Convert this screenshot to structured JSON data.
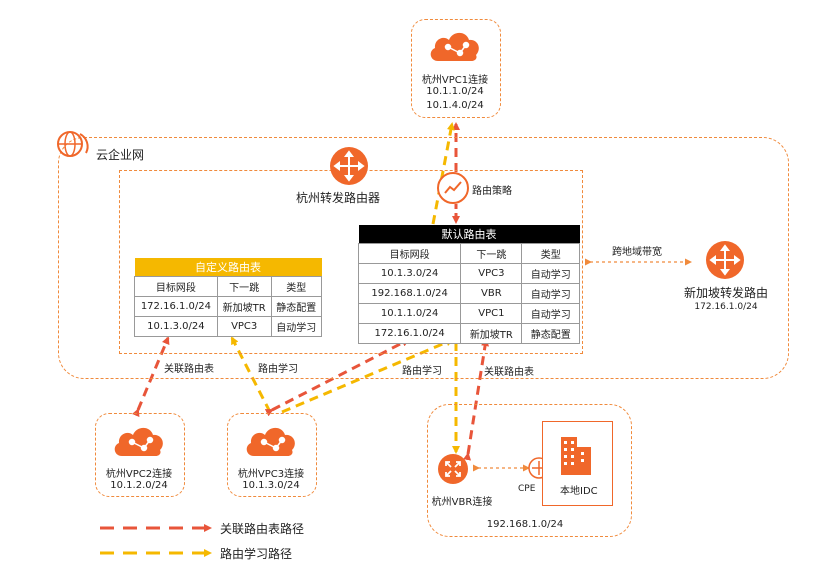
{
  "vpc1": {
    "name": "杭州VPC1连接",
    "cidr1": "10.1.1.0/24",
    "cidr2": "10.1.4.0/24"
  },
  "cen": {
    "label": "云企业网"
  },
  "hz_tr": {
    "label": "杭州转发路由器"
  },
  "policy": {
    "label": "路由策略"
  },
  "sg_tr": {
    "label": "新加坡转发路由",
    "cidr": "172.16.1.0/24"
  },
  "bandwidth": {
    "label": "跨地域带宽"
  },
  "default_table": {
    "title": "默认路由表",
    "headers": [
      "目标网段",
      "下一跳",
      "类型"
    ],
    "rows": [
      [
        "10.1.3.0/24",
        "VPC3",
        "自动学习"
      ],
      [
        "192.168.1.0/24",
        "VBR",
        "自动学习"
      ],
      [
        "10.1.1.0/24",
        "VPC1",
        "自动学习"
      ],
      [
        "172.16.1.0/24",
        "新加坡TR",
        "静态配置"
      ]
    ]
  },
  "custom_table": {
    "title": "自定义路由表",
    "headers": [
      "目标网段",
      "下一跳",
      "类型"
    ],
    "rows": [
      [
        "172.16.1.0/24",
        "新加坡TR",
        "静态配置"
      ],
      [
        "10.1.3.0/24",
        "VPC3",
        "自动学习"
      ]
    ]
  },
  "edge_labels": {
    "assoc_left": "关联路由表",
    "learn_left": "路由学习",
    "learn_mid": "路由学习",
    "assoc_right": "关联路由表"
  },
  "vpc2": {
    "name": "杭州VPC2连接",
    "cidr": "10.1.2.0/24"
  },
  "vpc3": {
    "name": "杭州VPC3连接",
    "cidr": "10.1.3.0/24"
  },
  "vbr": {
    "name": "杭州VBR连接",
    "cpe": "CPE",
    "idc": "本地IDC",
    "cidr": "192.168.1.0/24"
  },
  "legend": {
    "assoc": "关联路由表路径",
    "learn": "路由学习路径"
  },
  "colors": {
    "orange": "#f08a3c",
    "icon": "#f0672a",
    "red": "#e8553a",
    "yellow": "#f5b800",
    "black": "#000000"
  }
}
